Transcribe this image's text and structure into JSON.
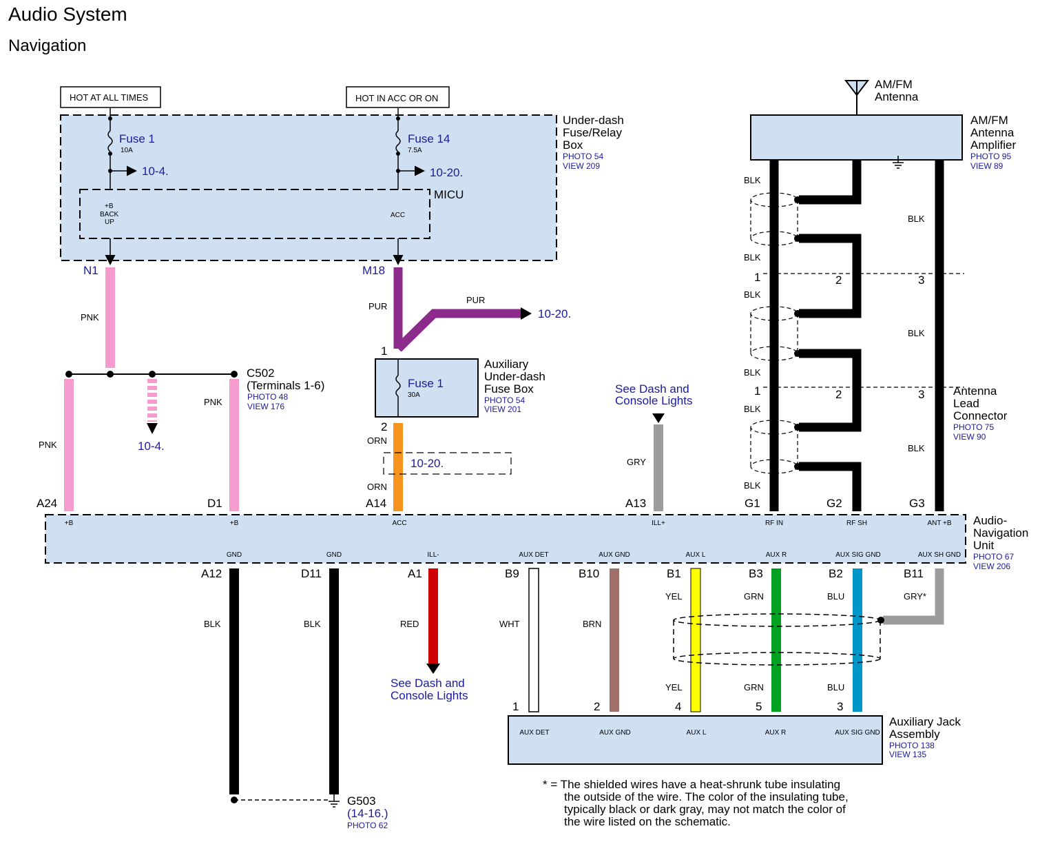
{
  "title": "Audio System",
  "subtitle": "Navigation",
  "colors": {
    "box_fill": "#cfe0f2",
    "blue_text": "#1a1a9c",
    "PNK": "#f59bcd",
    "PUR": "#8c2b8c",
    "ORN": "#f7941d",
    "GRY": "#9c9c9c",
    "BLK": "#000000",
    "RED": "#d10000",
    "WHT": "#ffffff",
    "BRN": "#a06f6a",
    "YEL": "#ffff00",
    "GRN": "#00a020",
    "BLU": "#0096c8"
  },
  "tags": {
    "hot_at_all_times": "HOT AT ALL TIMES",
    "hot_in_acc": "HOT IN ACC OR ON"
  },
  "fuse_box": {
    "name_l1": "Under-dash",
    "name_l2": "Fuse/Relay",
    "name_l3": "Box",
    "photo": "PHOTO 54",
    "view": "VIEW 209",
    "fuse1": "Fuse 1",
    "fuse1_amp": "10A",
    "fuse1_ref": "10-4.",
    "fuse14": "Fuse 14",
    "fuse14_amp": "7.5A",
    "fuse14_ref": "10-20.",
    "micu": "MICU",
    "micu_pin1_l1": "+B",
    "micu_pin1_l2": "BACK",
    "micu_pin1_l3": "UP",
    "micu_pin2": "ACC",
    "n1": "N1",
    "m18": "M18"
  },
  "antenna": {
    "name_l1": "AM/FM",
    "name_l2": "Antenna",
    "amp_l1": "AM/FM",
    "amp_l2": "Antenna",
    "amp_l3": "Amplifier",
    "amp_photo": "PHOTO 95",
    "amp_view": "VIEW 89",
    "lead_l1": "Antenna",
    "lead_l2": "Lead",
    "lead_l3": "Connector",
    "lead_photo": "PHOTO 75",
    "lead_view": "VIEW 90",
    "pin1": "1",
    "pin2": "2",
    "pin3": "3",
    "blk": "BLK"
  },
  "wires": {
    "pnk": "PNK",
    "pur": "PUR",
    "orn": "ORN",
    "gry": "GRY",
    "blk": "BLK",
    "red": "RED",
    "wht": "WHT",
    "brn": "BRN",
    "yel": "YEL",
    "grn": "GRN",
    "blu": "BLU",
    "gry_star": "GRY*"
  },
  "refs": {
    "r10_20": "10-20.",
    "r10_4": "10-4.",
    "see_dash_l1": "See Dash and",
    "see_dash_l2": "Console Lights"
  },
  "c502": {
    "name": "C502",
    "terms": "(Terminals 1-6)",
    "photo": "PHOTO 48",
    "view": "VIEW 176"
  },
  "aux_fuse_box": {
    "l1": "Auxiliary",
    "l2": "Under-dash",
    "l3": "Fuse Box",
    "photo": "PHOTO 54",
    "view": "VIEW 201",
    "fuse": "Fuse 1",
    "amp": "30A",
    "pin1": "1",
    "pin2": "2"
  },
  "nav_unit": {
    "l1": "Audio-",
    "l2": "Navigation",
    "l3": "Unit",
    "photo": "PHOTO 67",
    "view": "VIEW 206",
    "top_pins": [
      "A24",
      "D1",
      "A14",
      "A13",
      "G1",
      "G2",
      "G3"
    ],
    "top_labels": [
      "+B",
      "+B",
      "ACC",
      "ILL+",
      "RF IN",
      "RF SH",
      "ANT +B"
    ],
    "bot_pins": [
      "A12",
      "D11",
      "A1",
      "B9",
      "B10",
      "B1",
      "B3",
      "B2",
      "B11"
    ],
    "bot_labels": [
      "GND",
      "GND",
      "ILL-",
      "AUX DET",
      "AUX GND",
      "AUX L",
      "AUX R",
      "AUX SIG GND",
      "AUX SH GND"
    ]
  },
  "aux_jack": {
    "l1": "Auxiliary Jack",
    "l2": "Assembly",
    "photo": "PHOTO 138",
    "view": "VIEW 135",
    "pins": [
      "1",
      "2",
      "4",
      "5",
      "3"
    ],
    "labels": [
      "AUX DET",
      "AUX GND",
      "AUX L",
      "AUX R",
      "AUX SIG GND"
    ]
  },
  "ground": {
    "name": "G503",
    "ref": "(14-16.)",
    "photo": "PHOTO 62"
  },
  "footnote": {
    "l1": "* = The shielded wires have a heat-shrunk tube insulating",
    "l2": "the outside of the wire. The color of the insulating tube,",
    "l3": "typically black or dark gray, may not match the color of",
    "l4": "the wire listed on the schematic."
  }
}
